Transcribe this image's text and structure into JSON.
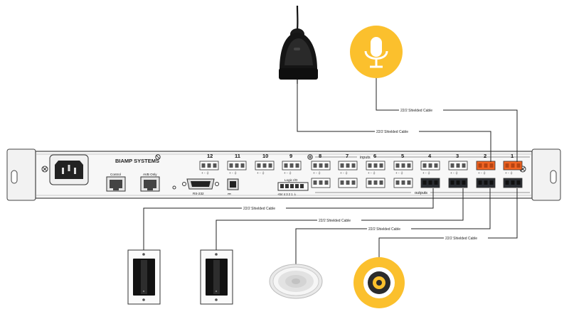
{
  "device": {
    "brand": "BIAMP SYSTEMS",
    "control_label": "Control",
    "avb_label": "AVB Only",
    "rs232_label": "RS-232",
    "logic_label": "Logic I/O",
    "logic_pins": "+5V 4  3  2  1  ⏚",
    "inputs_label": "inputs",
    "outputs_label": "outputs",
    "channels": [
      "12",
      "11",
      "10",
      "9",
      "8",
      "7",
      "6",
      "5",
      "4",
      "3",
      "2",
      "1"
    ],
    "terminal_signs": "+  -  ⏚"
  },
  "cables": [
    {
      "label": "22/2 Shielded Cable"
    },
    {
      "label": "22/2 Shielded Cable"
    },
    {
      "label": "22/2 Shielded Cable"
    },
    {
      "label": "22/2 Shielded Cable"
    },
    {
      "label": "22/2 Shielded Cable"
    },
    {
      "label": "22/2 Shielded Cable"
    }
  ],
  "colors": {
    "active_terminal": "#f26522",
    "mic_badge": "#fbc02d",
    "speaker_badge": "#fbc02d",
    "rack": "#f2f2f2",
    "terminal_dark": "#2b2e33"
  },
  "icons": [
    "gooseneck-boundary-mic",
    "microphone-icon",
    "wall-plate",
    "ceiling-speaker",
    "speaker-icon"
  ]
}
